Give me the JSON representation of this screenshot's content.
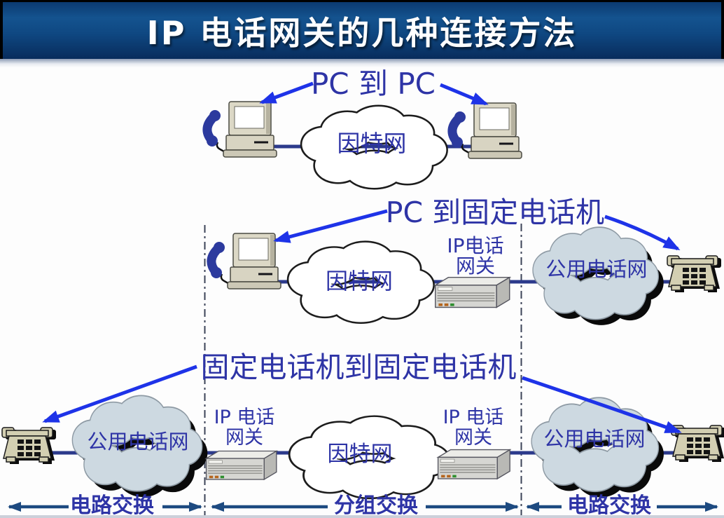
{
  "title_bar": {
    "title": "IP 电话网关的几种连接方法"
  },
  "sections": {
    "pc_to_pc": {
      "title": "PC 到 PC",
      "internet_cloud": "因特网"
    },
    "pc_to_fixed_phone": {
      "title": "PC 到固定电话机",
      "internet_cloud": "因特网",
      "gateway_label_line1": "IP电话",
      "gateway_label_line2": "网关",
      "pstn_cloud": "公用电话网"
    },
    "fixed_to_fixed": {
      "title": "固定电话机到固定电话机",
      "internet_cloud": "因特网",
      "gateway_left_line1": "IP 电话",
      "gateway_left_line2": "网关",
      "gateway_right_line1": "IP 电话",
      "gateway_right_line2": "网关",
      "pstn_cloud_left": "公用电话网",
      "pstn_cloud_right": "公用电话网"
    }
  },
  "switching_labels": {
    "left": "电路交换",
    "middle": "分组交换",
    "right": "电路交换"
  },
  "colors": {
    "title_bar_blue": "#0e4378",
    "label_blue": "#2e34a6",
    "bright_arrow_blue": "#1e33e8",
    "connection_line_navy": "#2c3a8c",
    "switch_arrow_navy": "#1d4a80",
    "pstn_cloud_fill": "#cdd9e1",
    "internet_cloud_fill": "#ffffff",
    "device_beige": "#d8d4c2",
    "handset_blue": "#2c3a9e"
  }
}
